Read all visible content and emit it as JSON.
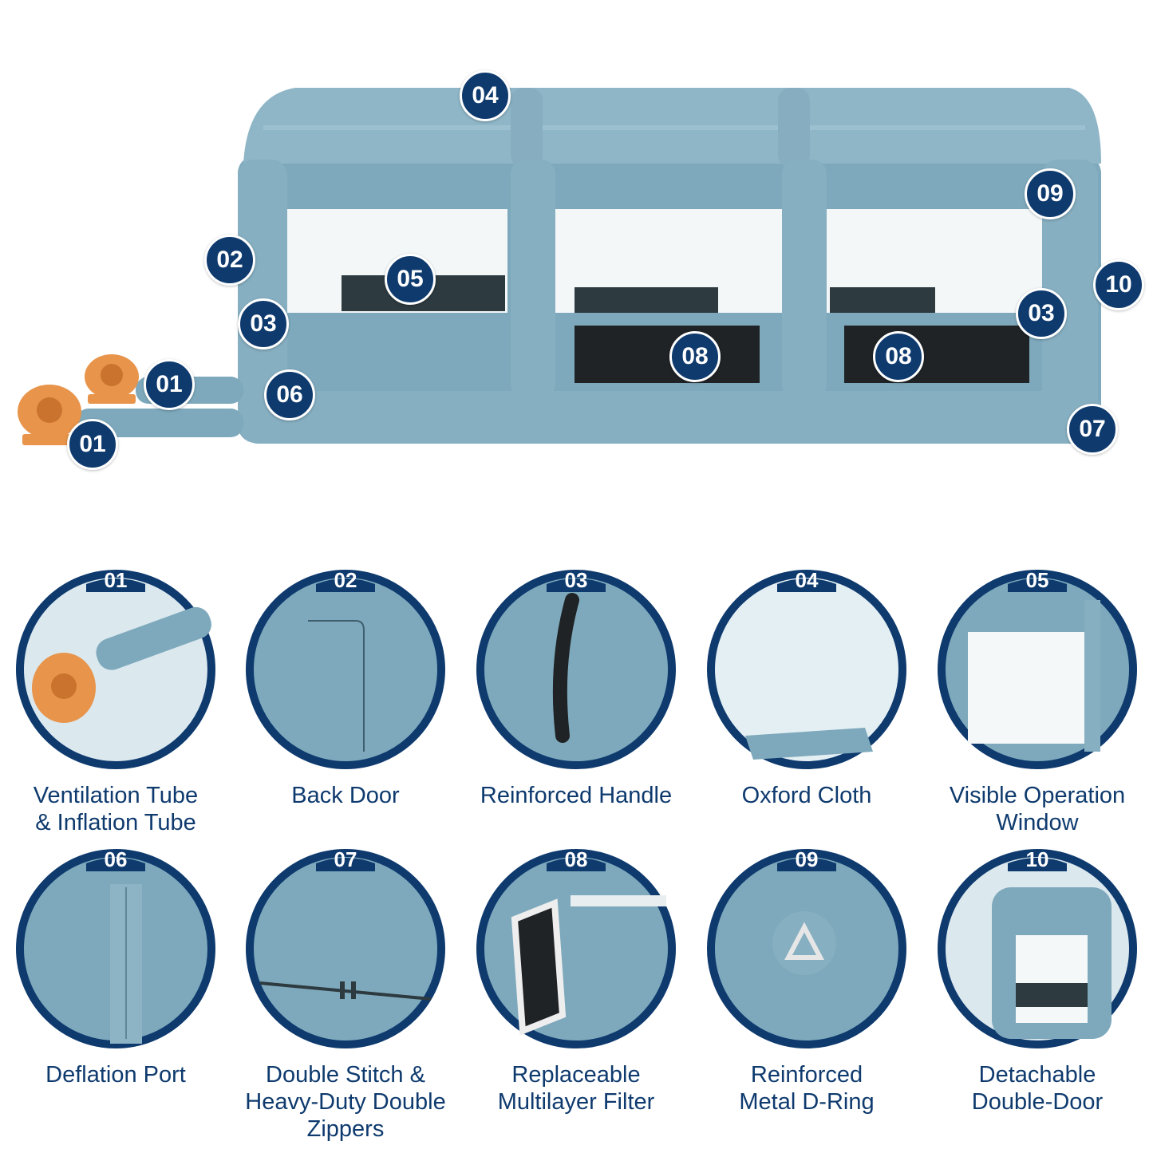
{
  "colors": {
    "navy": "#0e3a6e",
    "tent_teal": "#7ea9bc",
    "tent_light": "#a8c8d6",
    "blower_orange": "#e8944a",
    "filter_black": "#1f2326"
  },
  "hero_callouts": [
    {
      "number": "04"
    },
    {
      "number": "09"
    },
    {
      "number": "02"
    },
    {
      "number": "05"
    },
    {
      "number": "10"
    },
    {
      "number": "03"
    },
    {
      "number": "03"
    },
    {
      "number": "08"
    },
    {
      "number": "08"
    },
    {
      "number": "01"
    },
    {
      "number": "06"
    },
    {
      "number": "01"
    },
    {
      "number": "07"
    }
  ],
  "features": [
    {
      "number": "01",
      "caption": "Ventilation Tube\n& Inflation Tube",
      "icon": "blower-tube-icon"
    },
    {
      "number": "02",
      "caption": "Back Door",
      "icon": "door-icon"
    },
    {
      "number": "03",
      "caption": "Reinforced Handle",
      "icon": "handle-strap-icon"
    },
    {
      "number": "04",
      "caption": "Oxford Cloth",
      "icon": "fabric-icon"
    },
    {
      "number": "05",
      "caption": "Visible Operation\nWindow",
      "icon": "window-icon"
    },
    {
      "number": "06",
      "caption": "Deflation Port",
      "icon": "deflation-port-icon"
    },
    {
      "number": "07",
      "caption": "Double Stitch &\nHeavy-Duty Double\nZippers",
      "icon": "zipper-icon"
    },
    {
      "number": "08",
      "caption": "Replaceable\nMultilayer Filter",
      "icon": "filter-icon"
    },
    {
      "number": "09",
      "caption": "Reinforced\nMetal D-Ring",
      "icon": "d-ring-icon"
    },
    {
      "number": "10",
      "caption": "Detachable\nDouble-Door",
      "icon": "tent-door-icon"
    }
  ]
}
